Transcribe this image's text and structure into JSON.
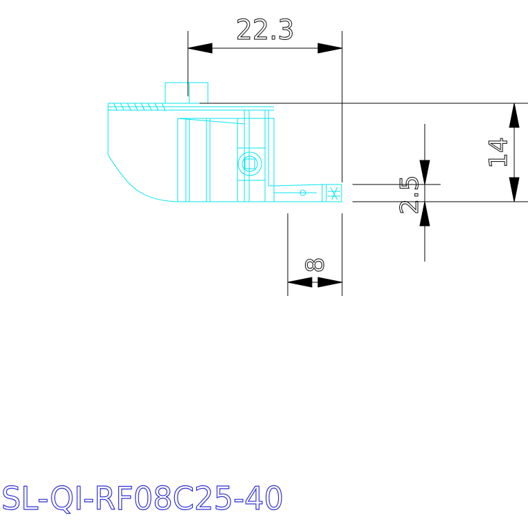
{
  "drawing": {
    "part_number": "SL-QI-RF08C25-40",
    "dimensions": {
      "width_top": "22.3",
      "height_right": "14",
      "height_small": "2.5",
      "width_bottom": "8"
    },
    "colors": {
      "part_outline": "#00e5ee",
      "dimension": "#000000",
      "title_text": "#2b2bd6",
      "background": "#ffffff"
    }
  }
}
